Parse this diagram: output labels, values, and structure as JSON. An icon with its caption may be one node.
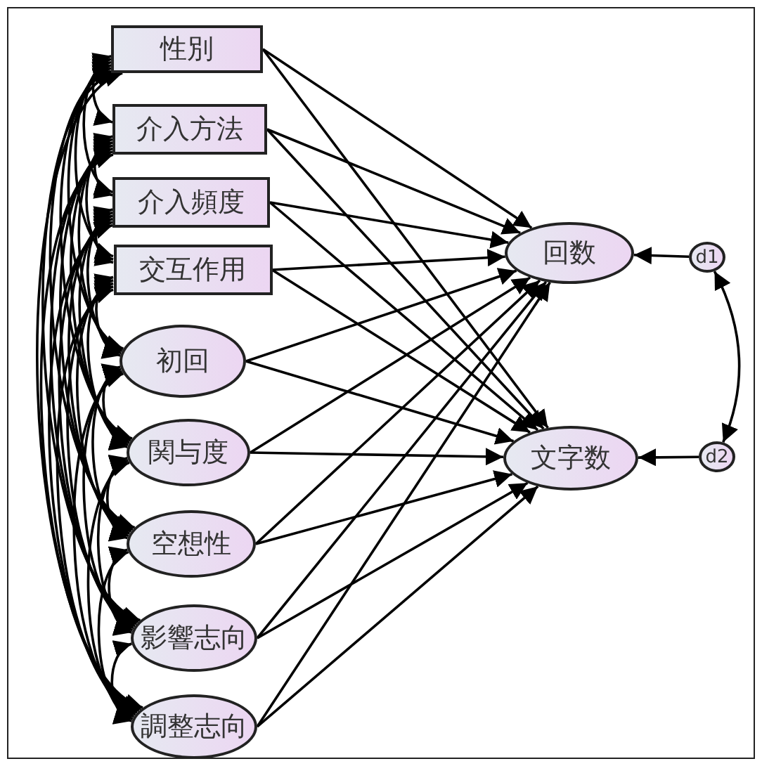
{
  "diagram": {
    "nodes": [
      {
        "text": [
          "性別"
        ]
      },
      {
        "text": [
          "介入方法"
        ]
      },
      {
        "text": [
          "介入頻度"
        ]
      },
      {
        "text": [
          "交互作用"
        ]
      },
      {
        "text": [
          "初回"
        ]
      },
      {
        "text": [
          "関与度"
        ]
      },
      {
        "text": [
          "空想性"
        ]
      },
      {
        "text": [
          "影響志向"
        ]
      },
      {
        "text": [
          "調整志向"
        ]
      },
      {
        "text": [
          "回数"
        ]
      },
      {
        "text": [
          "文字数"
        ]
      },
      {
        "text": [
          "d1"
        ]
      },
      {
        "text": [
          "d2"
        ]
      }
    ],
    "edges": [
      {
        "from": 0,
        "to": 9,
        "arrow": "to"
      },
      {
        "from": 0,
        "to": 10,
        "arrow": "to"
      },
      {
        "from": 1,
        "to": 9,
        "arrow": "to"
      },
      {
        "from": 1,
        "to": 10,
        "arrow": "to"
      },
      {
        "from": 2,
        "to": 9,
        "arrow": "to"
      },
      {
        "from": 2,
        "to": 10,
        "arrow": "to"
      },
      {
        "from": 3,
        "to": 9,
        "arrow": "to"
      },
      {
        "from": 3,
        "to": 10,
        "arrow": "to"
      },
      {
        "from": 4,
        "to": 9,
        "arrow": "to"
      },
      {
        "from": 4,
        "to": 10,
        "arrow": "to"
      },
      {
        "from": 5,
        "to": 9,
        "arrow": "to"
      },
      {
        "from": 5,
        "to": 10,
        "arrow": "to"
      },
      {
        "from": 6,
        "to": 9,
        "arrow": "to"
      },
      {
        "from": 6,
        "to": 10,
        "arrow": "to"
      },
      {
        "from": 7,
        "to": 9,
        "arrow": "to"
      },
      {
        "from": 7,
        "to": 10,
        "arrow": "to"
      },
      {
        "from": 8,
        "to": 9,
        "arrow": "to"
      },
      {
        "from": 8,
        "to": 10,
        "arrow": "to"
      },
      {
        "from": 11,
        "to": 9,
        "arrow": "to"
      },
      {
        "from": 12,
        "to": 10,
        "arrow": "to"
      },
      {
        "from": 11,
        "to": 12,
        "arrow": "both"
      },
      {
        "from": 0,
        "to": 1,
        "arrow": "both"
      },
      {
        "from": 0,
        "to": 2,
        "arrow": "both"
      },
      {
        "from": 0,
        "to": 3,
        "arrow": "both"
      },
      {
        "from": 0,
        "to": 4,
        "arrow": "both"
      },
      {
        "from": 0,
        "to": 5,
        "arrow": "both"
      },
      {
        "from": 0,
        "to": 6,
        "arrow": "both"
      },
      {
        "from": 0,
        "to": 7,
        "arrow": "both"
      },
      {
        "from": 0,
        "to": 8,
        "arrow": "both"
      },
      {
        "from": 1,
        "to": 2,
        "arrow": "both"
      },
      {
        "from": 1,
        "to": 3,
        "arrow": "both"
      },
      {
        "from": 1,
        "to": 4,
        "arrow": "both"
      },
      {
        "from": 1,
        "to": 5,
        "arrow": "both"
      },
      {
        "from": 1,
        "to": 6,
        "arrow": "both"
      },
      {
        "from": 1,
        "to": 7,
        "arrow": "both"
      },
      {
        "from": 1,
        "to": 8,
        "arrow": "both"
      },
      {
        "from": 2,
        "to": 3,
        "arrow": "both"
      },
      {
        "from": 2,
        "to": 4,
        "arrow": "both"
      },
      {
        "from": 2,
        "to": 5,
        "arrow": "both"
      },
      {
        "from": 2,
        "to": 6,
        "arrow": "both"
      },
      {
        "from": 2,
        "to": 7,
        "arrow": "both"
      },
      {
        "from": 2,
        "to": 8,
        "arrow": "both"
      },
      {
        "from": 3,
        "to": 4,
        "arrow": "both"
      },
      {
        "from": 3,
        "to": 5,
        "arrow": "both"
      },
      {
        "from": 3,
        "to": 6,
        "arrow": "both"
      },
      {
        "from": 3,
        "to": 7,
        "arrow": "both"
      },
      {
        "from": 3,
        "to": 8,
        "arrow": "both"
      },
      {
        "from": 4,
        "to": 5,
        "arrow": "both"
      },
      {
        "from": 4,
        "to": 6,
        "arrow": "both"
      },
      {
        "from": 4,
        "to": 7,
        "arrow": "both"
      },
      {
        "from": 4,
        "to": 8,
        "arrow": "both"
      },
      {
        "from": 5,
        "to": 6,
        "arrow": "both"
      },
      {
        "from": 5,
        "to": 7,
        "arrow": "both"
      },
      {
        "from": 5,
        "to": 8,
        "arrow": "both"
      },
      {
        "from": 6,
        "to": 7,
        "arrow": "both"
      },
      {
        "from": 6,
        "to": 8,
        "arrow": "both"
      },
      {
        "from": 7,
        "to": 8,
        "arrow": "both"
      }
    ]
  }
}
